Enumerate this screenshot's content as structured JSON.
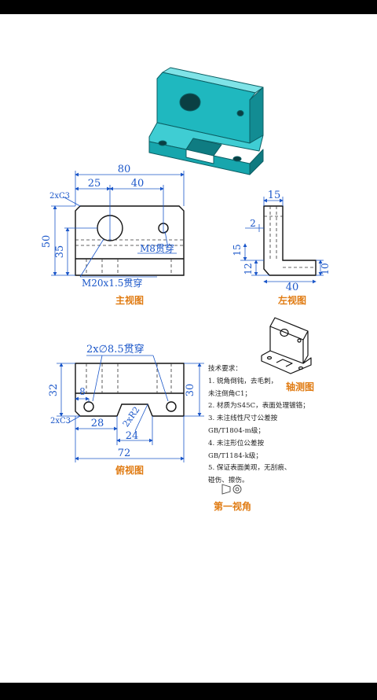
{
  "main_view": {
    "dim_total": "80",
    "dim_25": "25",
    "dim_40": "40",
    "dim_50": "50",
    "dim_35": "35",
    "chamfer": "2xC3",
    "note_hole": "M8贯穿",
    "note_thread": "M20x1.5贯穿",
    "caption": "主视图"
  },
  "left_view": {
    "dim_15_top": "15",
    "dim_2": "2",
    "dim_15_side": "15",
    "dim_12": "12",
    "dim_10": "10",
    "dim_40": "40",
    "caption": "左视图"
  },
  "top_view": {
    "note_holes": "2x∅8.5贯穿",
    "dim_32": "32",
    "dim_30": "30",
    "dim_8": "8",
    "chamfer": "2xC3",
    "dim_28": "28",
    "dim_r2": "2xR2",
    "dim_24": "24",
    "dim_72": "72",
    "caption": "俯视图"
  },
  "iso_caption": "轴测图",
  "tech_notes": {
    "title": "技术要求：",
    "lines": [
      "1. 锐角倒钝，去毛刺，",
      "未注倒角C1；",
      "2. 材质为S45C，表面处理镀铬；",
      "3. 未注线性尺寸公差按",
      "GB/T1804-m级；",
      "4. 未注形位公差按",
      "GB/T1184-k级；",
      "5. 保证表面美观，无刮痕、",
      "碰伤、擦伤。"
    ]
  },
  "projection_caption": "第一视角",
  "colors": {
    "part_teal": "#1fb8bf",
    "dimension_blue": "#1a56c9",
    "caption_orange": "#e07b12"
  }
}
